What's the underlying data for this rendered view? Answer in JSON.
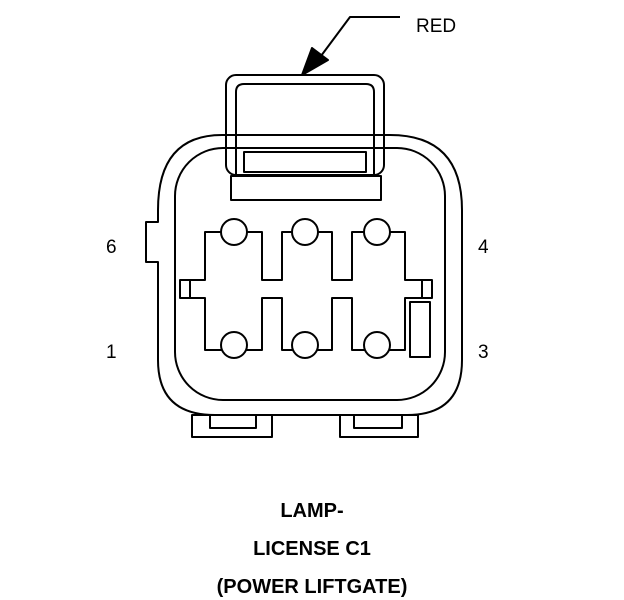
{
  "callout": {
    "label": "RED"
  },
  "pins": {
    "top_left": "6",
    "top_right": "4",
    "bottom_left": "1",
    "bottom_right": "3"
  },
  "caption": {
    "line1": "LAMP-",
    "line2": "LICENSE C1",
    "line3": "(POWER LIFTGATE)"
  },
  "colors": {
    "ink": "#000000",
    "background": "#ffffff"
  }
}
